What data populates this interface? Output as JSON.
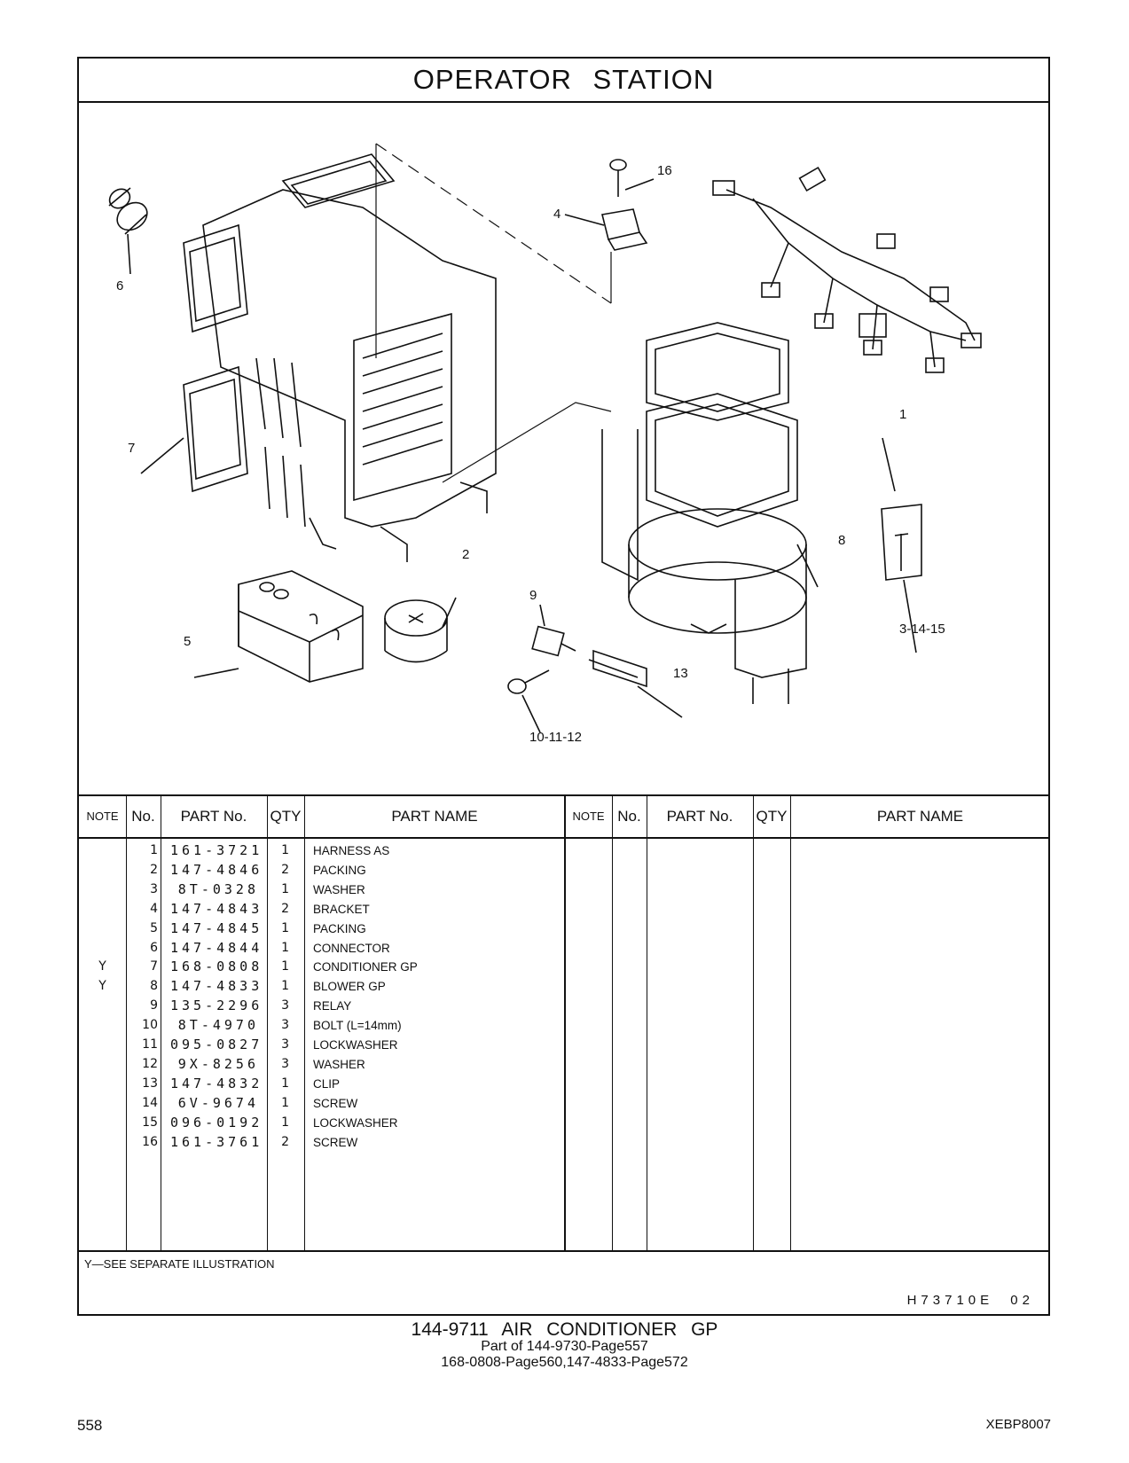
{
  "header": {
    "title": "OPERATOR STATION"
  },
  "illustration": {
    "callouts": [
      "16",
      "4",
      "6",
      "1",
      "7",
      "2",
      "8",
      "9",
      "3-14-15",
      "5",
      "13",
      "10-11-12"
    ]
  },
  "table": {
    "columns": {
      "note": "NOTE",
      "no": "No.",
      "part_no": "PART No.",
      "qty": "QTY",
      "part_name": "PART NAME"
    },
    "rows": [
      {
        "note": "",
        "no": "1",
        "part_no": "161-3721",
        "qty": "1",
        "name": "HARNESS AS"
      },
      {
        "note": "",
        "no": "2",
        "part_no": "147-4846",
        "qty": "2",
        "name": "PACKING"
      },
      {
        "note": "",
        "no": "3",
        "part_no": "8T-0328",
        "qty": "1",
        "name": "WASHER"
      },
      {
        "note": "",
        "no": "4",
        "part_no": "147-4843",
        "qty": "2",
        "name": "BRACKET"
      },
      {
        "note": "",
        "no": "5",
        "part_no": "147-4845",
        "qty": "1",
        "name": "PACKING"
      },
      {
        "note": "",
        "no": "6",
        "part_no": "147-4844",
        "qty": "1",
        "name": "CONNECTOR"
      },
      {
        "note": "Y",
        "no": "7",
        "part_no": "168-0808",
        "qty": "1",
        "name": "CONDITIONER GP"
      },
      {
        "note": "Y",
        "no": "8",
        "part_no": "147-4833",
        "qty": "1",
        "name": "BLOWER GP"
      },
      {
        "note": "",
        "no": "9",
        "part_no": "135-2296",
        "qty": "3",
        "name": "RELAY"
      },
      {
        "note": "",
        "no": "10",
        "part_no": "8T-4970",
        "qty": "3",
        "name": "BOLT (L=14mm)"
      },
      {
        "note": "",
        "no": "11",
        "part_no": "095-0827",
        "qty": "3",
        "name": "LOCKWASHER"
      },
      {
        "note": "",
        "no": "12",
        "part_no": "9X-8256",
        "qty": "3",
        "name": "WASHER"
      },
      {
        "note": "",
        "no": "13",
        "part_no": "147-4832",
        "qty": "1",
        "name": "CLIP"
      },
      {
        "note": "",
        "no": "14",
        "part_no": "6V-9674",
        "qty": "1",
        "name": "SCREW"
      },
      {
        "note": "",
        "no": "15",
        "part_no": "096-0192",
        "qty": "1",
        "name": "LOCKWASHER"
      },
      {
        "note": "",
        "no": "16",
        "part_no": "161-3761",
        "qty": "2",
        "name": "SCREW"
      }
    ]
  },
  "footnote": "Y—SEE SEPARATE ILLUSTRATION",
  "reference_code": "H73710E 02",
  "footer": {
    "title": "144-9711 AIR CONDITIONER GP",
    "subtitle1": "Part of 144-9730-Page557",
    "subtitle2": "168-0808-Page560,147-4833-Page572",
    "page_number": "558",
    "document_code": "XEBP8007"
  }
}
